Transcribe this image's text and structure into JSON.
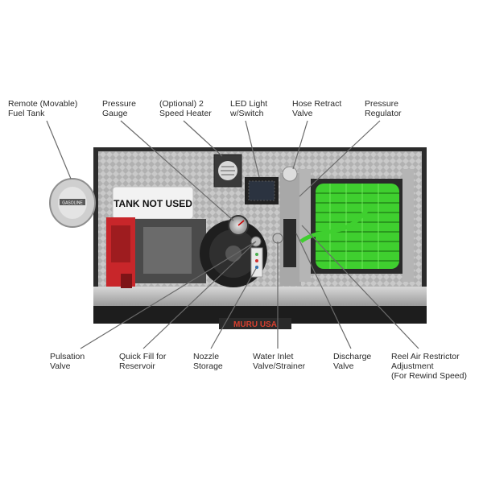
{
  "callouts": [
    {
      "id": "fuel-tank",
      "text": "Remote (Movable)\nFuel Tank"
    },
    {
      "id": "pressure-gauge",
      "text": "Pressure\nGauge"
    },
    {
      "id": "speed-heater",
      "text": "(Optional) 2\nSpeed Heater"
    },
    {
      "id": "led-light",
      "text": "LED Light\nw/Switch"
    },
    {
      "id": "hose-retract",
      "text": "Hose Retract\nValve"
    },
    {
      "id": "pressure-regulator",
      "text": "Pressure\nRegulator"
    },
    {
      "id": "pulsation-valve",
      "text": "Pulsation\nValve"
    },
    {
      "id": "quick-fill",
      "text": "Quick Fill for\nReservoir"
    },
    {
      "id": "nozzle-storage",
      "text": "Nozzle\nStorage"
    },
    {
      "id": "water-inlet",
      "text": "Water Inlet\nValve/Strainer"
    },
    {
      "id": "discharge-valve",
      "text": "Discharge\nValve"
    },
    {
      "id": "reel-restrictor",
      "text": "Reel Air Restrictor\nAdjustment\n(For Rewind Speed)"
    }
  ],
  "photo": {
    "tank_sign": "TANK NOT USED",
    "brand_plate": "MURU USA",
    "fuel_tank_label": "GASOLINE"
  },
  "colors": {
    "hose_green": "#3fcf2f",
    "engine_red": "#c8262a",
    "frame_dark": "#2b2b2b",
    "diamond_plate": "#bdbdbd"
  }
}
